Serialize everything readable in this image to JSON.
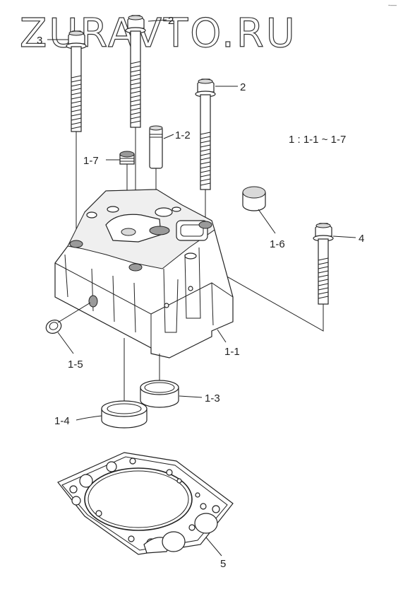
{
  "watermark": "ZURAVTO.RU",
  "corner_mark": "-—",
  "legend": "1 : 1-1 ~ 1-7",
  "callouts": {
    "c1_1": "1-1",
    "c1_2": "1-2",
    "c1_3": "1-3",
    "c1_4": "1-4",
    "c1_5": "1-5",
    "c1_6": "1-6",
    "c1_7": "1-7",
    "c2_top": "2",
    "c2_right": "2",
    "c3": "3",
    "c4": "4",
    "c5": "5"
  }
}
